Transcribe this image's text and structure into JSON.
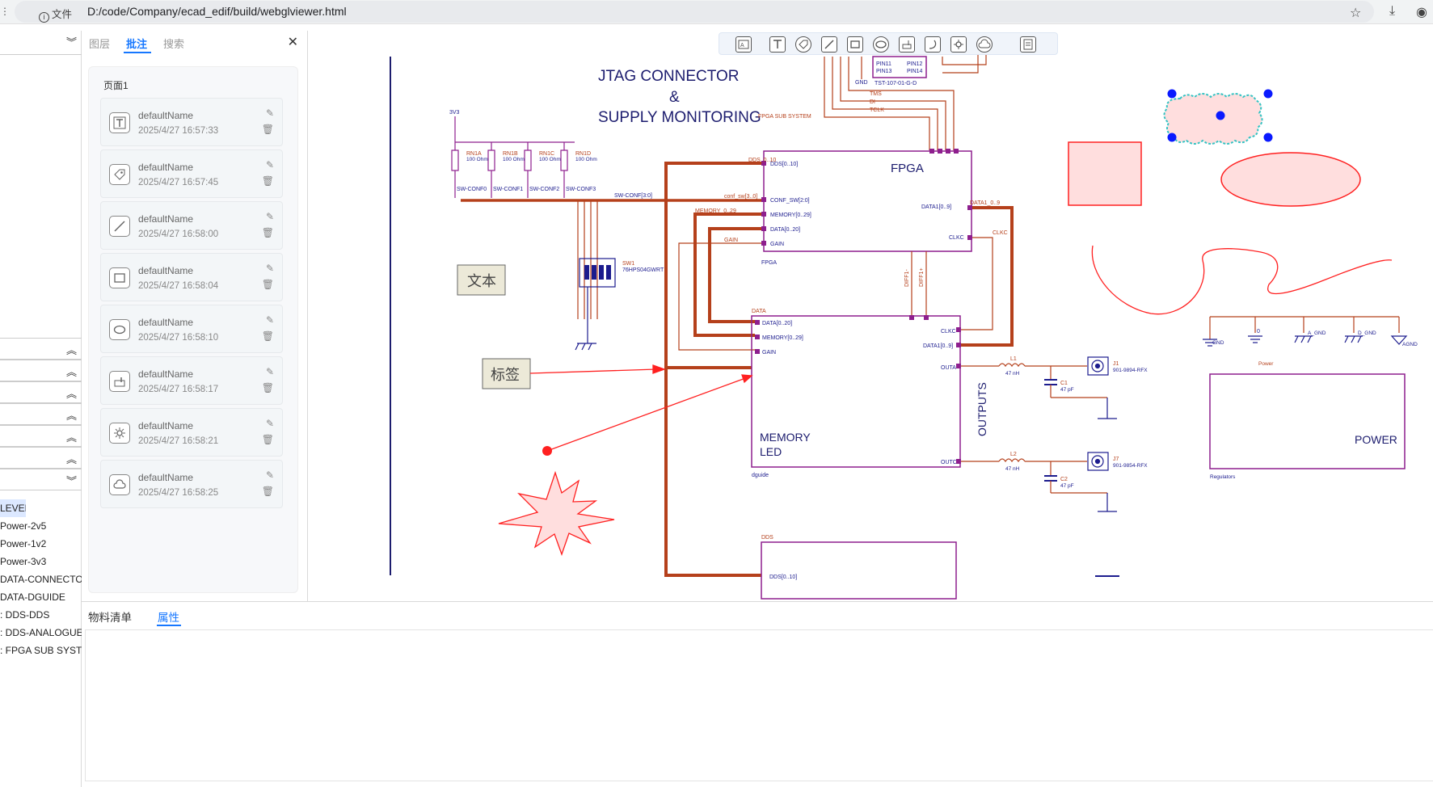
{
  "browser": {
    "info_label": "文件",
    "url": "D:/code/Company/ecad_edif/build/webglviewer.html"
  },
  "left_strip": {
    "levels": [
      "LEVEL",
      "Power-2v5",
      "Power-1v2",
      "Power-3v3",
      "DATA-CONNECTOR",
      "DATA-DGUIDE",
      ": DDS-DDS",
      ": DDS-ANALOGUE -",
      ": FPGA SUB SYSTEM"
    ]
  },
  "panel": {
    "tabs": [
      "图层",
      "批注",
      "搜索"
    ],
    "active_tab": "批注",
    "page_title": "页面1",
    "annotations": [
      {
        "icon": "text-annotation-icon",
        "name": "defaultName",
        "time": "2025/4/27 16:57:33"
      },
      {
        "icon": "tag-annotation-icon",
        "name": "defaultName",
        "time": "2025/4/27 16:57:45"
      },
      {
        "icon": "line-annotation-icon",
        "name": "defaultName",
        "time": "2025/4/27 16:58:00"
      },
      {
        "icon": "rectangle-annotation-icon",
        "name": "defaultName",
        "time": "2025/4/27 16:58:04"
      },
      {
        "icon": "ellipse-annotation-icon",
        "name": "defaultName",
        "time": "2025/4/27 16:58:10"
      },
      {
        "icon": "freehand-annotation-icon",
        "name": "defaultName",
        "time": "2025/4/27 16:58:17"
      },
      {
        "icon": "starburst-annotation-icon",
        "name": "defaultName",
        "time": "2025/4/27 16:58:21"
      },
      {
        "icon": "cloud-annotation-icon",
        "name": "defaultName",
        "time": "2025/4/27 16:58:25"
      }
    ]
  },
  "schematic": {
    "title_lines": [
      "JTAG CONNECTOR",
      "&",
      "SUPPLY MONITORING"
    ],
    "fpga_sub": "FPGA SUB SYSTEM",
    "fpga_label": "FPGA",
    "fpga_ref": "FPGA",
    "memory_label_1": "MEMORY",
    "memory_label_2": "LED",
    "memory_ref": "dguide",
    "outputs_label": "OUTPUTS",
    "power_label": "POWER",
    "power_ref": "Regulators",
    "power_title": "Power",
    "text_box": "文本",
    "tag_box": "标签",
    "fpga_pins_left": [
      "DDS[0..10]",
      "CONF_SW[2:0]",
      "MEMORY[0..29]",
      "DATA[0..20]",
      "GAIN"
    ],
    "fpga_pins_right": [
      "DATA1[0..9]",
      "CLKC"
    ],
    "fpga_net_left": [
      "DDS_0..10",
      "conf_sw[3..0]",
      "MEMORY_0..29",
      "",
      "GAIN"
    ],
    "mem_pins_left": [
      "DATA[0..20]",
      "MEMORY[0..29]",
      "GAIN"
    ],
    "mem_pins_right": [
      "CLKC",
      "DATA1[0..9]",
      "OUTA",
      "OUTC"
    ],
    "resistors": [
      "RN1A",
      "RN1B",
      "RN1C",
      "RN1D"
    ],
    "resistor_value": "100 Ohm",
    "sw_conf": [
      "SW-CONF0",
      "SW-CONF1",
      "SW-CONF2",
      "SW-CONF3"
    ],
    "sw_bus": "SW-CONF[3:0]",
    "sw1": "SW1",
    "sw1_part": "76HPS04GWRT",
    "jtag_part": "TST-107-01-G-D",
    "jtag_pins": [
      "PIN11",
      "PIN13",
      "PIN12",
      "PIN14"
    ],
    "jtag_nets": [
      "TMS",
      "DI",
      "TCLK"
    ],
    "gnd_labels": [
      "GND",
      "0",
      "A_GND",
      "D_GND",
      "AGND"
    ],
    "inductors": [
      "L1",
      "L2"
    ],
    "inductor_value": "47 nH",
    "caps": [
      "C1",
      "C2"
    ],
    "cap_value": "47 pF",
    "connectors": [
      "J1",
      "J7"
    ],
    "connector_part": "901-9894-RFX",
    "connector_part2": "901-9854-RFX",
    "diff_labels": [
      "DIFF1-",
      "DIFF1+"
    ],
    "vcc": "3V3",
    "dds_label": "DDS",
    "dds_pin": "DDS[0..10]",
    "data_label": "DATA",
    "clkc_net": "CLKC",
    "data1_net": "DATA1_0..9",
    "gnd_small": "GND"
  },
  "bottom": {
    "tabs": [
      "物料清单",
      "属性"
    ],
    "active_tab": "属性"
  },
  "colors": {
    "accent": "#1677ff",
    "wire": "#b5401b",
    "component": "#8e1f8e",
    "pin_text": "#1c1c8e",
    "annotation_red": "#ff2020",
    "annotation_fill": "#ffdede",
    "handle_blue": "#0a1aff"
  }
}
